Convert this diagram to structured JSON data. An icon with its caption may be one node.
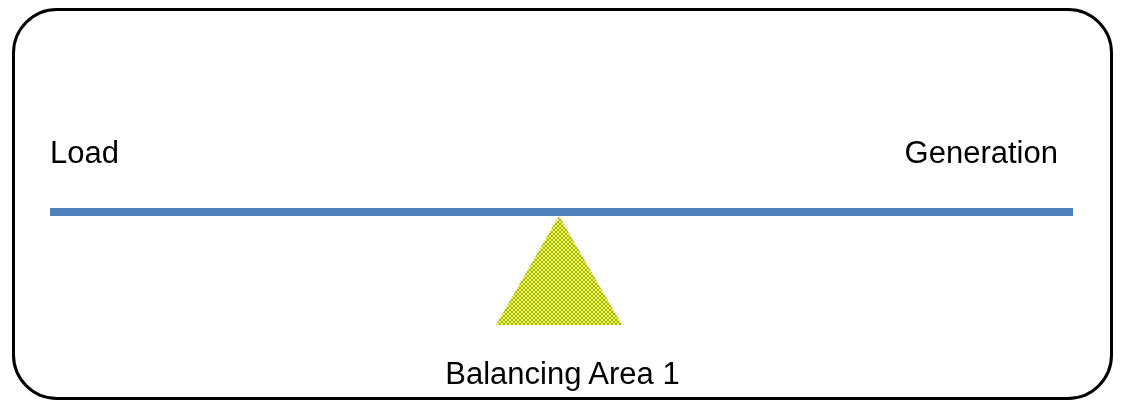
{
  "diagram": {
    "nodes": [
      {
        "text": [
          "Balancing Area 1"
        ]
      }
    ],
    "labels": [
      "Load",
      "Generation"
    ]
  }
}
